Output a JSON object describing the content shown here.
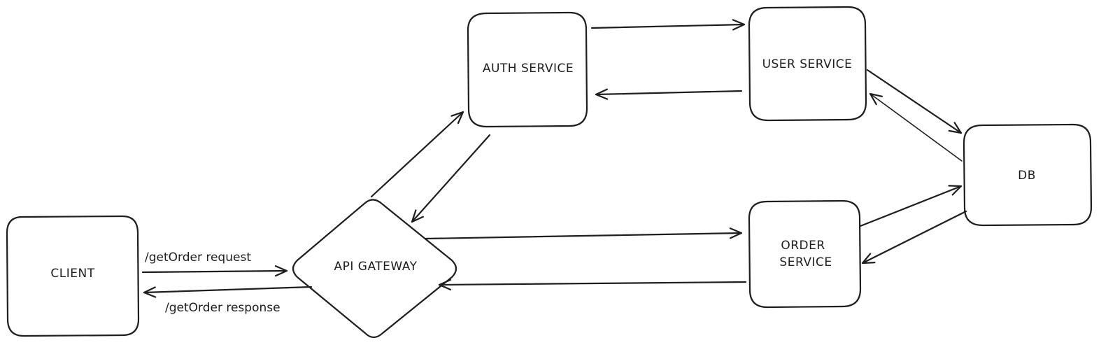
{
  "diagram": {
    "nodes": [
      {
        "id": "client",
        "label": "CLIENT"
      },
      {
        "id": "api-gateway",
        "label": "API GATEWAY"
      },
      {
        "id": "auth-service",
        "label": "AUTH SERVICE"
      },
      {
        "id": "user-service",
        "label": "USER SERVICE"
      },
      {
        "id": "order-service",
        "label_line1": "ORDER",
        "label_line2": "SERVICE"
      },
      {
        "id": "db",
        "label": "DB"
      }
    ],
    "edges": [
      {
        "from": "client",
        "to": "api-gateway",
        "label": "/getOrder request"
      },
      {
        "from": "api-gateway",
        "to": "client",
        "label": "/getOrder response"
      },
      {
        "from": "api-gateway",
        "to": "auth-service"
      },
      {
        "from": "auth-service",
        "to": "api-gateway"
      },
      {
        "from": "auth-service",
        "to": "user-service"
      },
      {
        "from": "user-service",
        "to": "auth-service"
      },
      {
        "from": "user-service",
        "to": "db"
      },
      {
        "from": "db",
        "to": "user-service"
      },
      {
        "from": "api-gateway",
        "to": "order-service"
      },
      {
        "from": "order-service",
        "to": "api-gateway"
      },
      {
        "from": "order-service",
        "to": "db"
      },
      {
        "from": "db",
        "to": "order-service"
      }
    ],
    "colors": {
      "stroke": "#1e1e1e",
      "background": "#ffffff"
    }
  }
}
